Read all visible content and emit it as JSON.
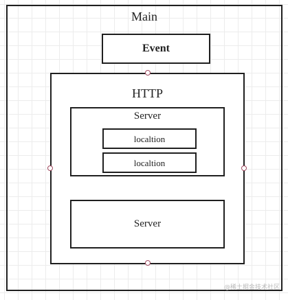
{
  "diagram": {
    "main": {
      "title": "Main"
    },
    "event": {
      "label": "Event"
    },
    "http": {
      "title": "HTTP",
      "server_1": {
        "title": "Server",
        "locations": [
          "localtion",
          "localtion"
        ]
      },
      "server_2": {
        "title": "Server"
      }
    }
  },
  "watermark": "@稀土掘金技术社区",
  "colors": {
    "border": "#1f1f1f",
    "handle": "#a0495f",
    "grid": "#ececec"
  }
}
